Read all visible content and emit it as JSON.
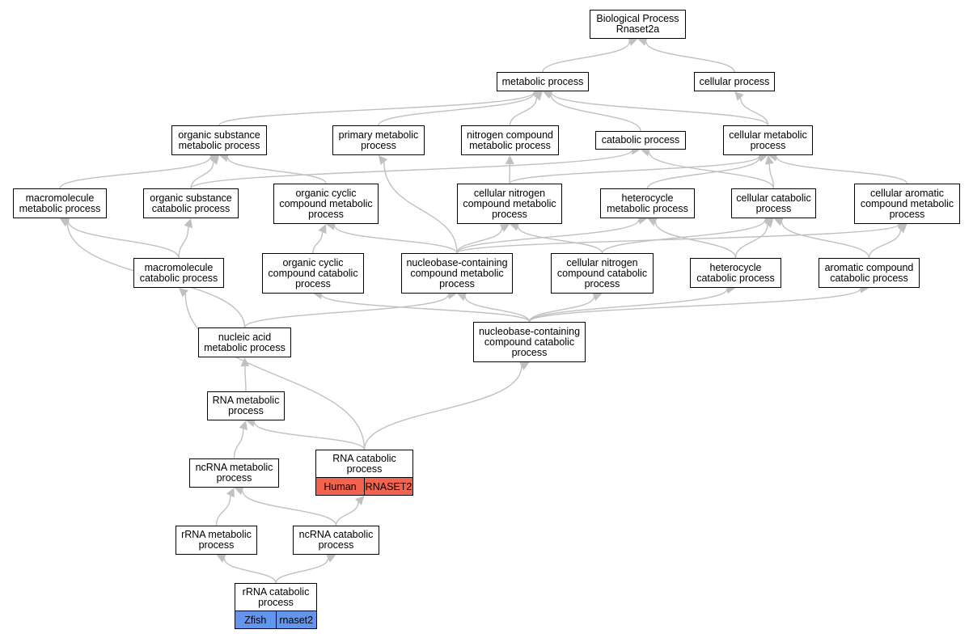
{
  "colors": {
    "edge": "#c0c0c0",
    "node_border": "#000000",
    "node_fill": "#ffffff",
    "human": "#f26450",
    "zfish": "#6495ed"
  },
  "graph": {
    "nodes": [
      {
        "id": "bp",
        "label": "Biological Process\nRnaset2a"
      },
      {
        "id": "mp",
        "label": "metabolic process"
      },
      {
        "id": "cp",
        "label": "cellular process"
      },
      {
        "id": "osmp",
        "label": "organic substance\nmetabolic process"
      },
      {
        "id": "pmp",
        "label": "primary metabolic\nprocess"
      },
      {
        "id": "ncmp",
        "label": "nitrogen compound\nmetabolic process"
      },
      {
        "id": "catp",
        "label": "catabolic process"
      },
      {
        "id": "cmp",
        "label": "cellular metabolic\nprocess"
      },
      {
        "id": "mmp",
        "label": "macromolecule\nmetabolic process"
      },
      {
        "id": "oscp",
        "label": "organic substance\ncatabolic process"
      },
      {
        "id": "occmp",
        "label": "organic cyclic\ncompound metabolic\nprocess"
      },
      {
        "id": "cncmp",
        "label": "cellular nitrogen\ncompound metabolic\nprocess"
      },
      {
        "id": "hmp",
        "label": "heterocycle\nmetabolic process"
      },
      {
        "id": "ccp",
        "label": "cellular catabolic\nprocess"
      },
      {
        "id": "cacmp",
        "label": "cellular aromatic\ncompound metabolic\nprocess"
      },
      {
        "id": "mcp",
        "label": "macromolecule\ncatabolic process"
      },
      {
        "id": "occcp",
        "label": "organic cyclic\ncompound catabolic\nprocess"
      },
      {
        "id": "nbcmp",
        "label": "nucleobase-containing\ncompound metabolic\nprocess"
      },
      {
        "id": "cnccp",
        "label": "cellular nitrogen\ncompound catabolic\nprocess"
      },
      {
        "id": "hcp",
        "label": "heterocycle\ncatabolic process"
      },
      {
        "id": "accp",
        "label": "aromatic compound\ncatabolic process"
      },
      {
        "id": "namp",
        "label": "nucleic acid\nmetabolic process"
      },
      {
        "id": "nbccp",
        "label": "nucleobase-containing\ncompound catabolic\nprocess"
      },
      {
        "id": "rnamp",
        "label": "RNA metabolic\nprocess"
      },
      {
        "id": "rnacp",
        "label": "RNA catabolic\nprocess",
        "annotations": [
          {
            "text": "Human",
            "color": "human"
          },
          {
            "text": "RNASET2",
            "color": "human"
          }
        ]
      },
      {
        "id": "ncrnamp",
        "label": "ncRNA metabolic\nprocess"
      },
      {
        "id": "rrnamp",
        "label": "rRNA metabolic\nprocess"
      },
      {
        "id": "ncrnacp",
        "label": "ncRNA catabolic\nprocess"
      },
      {
        "id": "rrnacp",
        "label": "rRNA catabolic\nprocess",
        "annotations": [
          {
            "text": "Zfish",
            "color": "zfish"
          },
          {
            "text": "rnaset2",
            "color": "zfish"
          }
        ]
      }
    ],
    "edges": [
      [
        "mp",
        "bp"
      ],
      [
        "cp",
        "bp"
      ],
      [
        "osmp",
        "mp"
      ],
      [
        "pmp",
        "mp"
      ],
      [
        "ncmp",
        "mp"
      ],
      [
        "catp",
        "mp"
      ],
      [
        "cmp",
        "mp"
      ],
      [
        "cmp",
        "cp"
      ],
      [
        "mmp",
        "osmp"
      ],
      [
        "oscp",
        "osmp"
      ],
      [
        "occmp",
        "osmp"
      ],
      [
        "oscp",
        "catp"
      ],
      [
        "cncmp",
        "ncmp"
      ],
      [
        "hmp",
        "cmp"
      ],
      [
        "ccp",
        "cmp"
      ],
      [
        "cacmp",
        "cmp"
      ],
      [
        "cncmp",
        "cmp"
      ],
      [
        "ccp",
        "catp"
      ],
      [
        "mcp",
        "mmp"
      ],
      [
        "mcp",
        "oscp"
      ],
      [
        "occcp",
        "occmp"
      ],
      [
        "nbcmp",
        "pmp"
      ],
      [
        "nbcmp",
        "occmp"
      ],
      [
        "nbcmp",
        "cncmp"
      ],
      [
        "nbcmp",
        "hmp"
      ],
      [
        "nbcmp",
        "cacmp"
      ],
      [
        "cnccp",
        "cncmp"
      ],
      [
        "cnccp",
        "ccp"
      ],
      [
        "hcp",
        "hmp"
      ],
      [
        "hcp",
        "ccp"
      ],
      [
        "accp",
        "ccp"
      ],
      [
        "accp",
        "cacmp"
      ],
      [
        "namp",
        "mmp"
      ],
      [
        "namp",
        "nbcmp"
      ],
      [
        "nbccp",
        "occcp"
      ],
      [
        "nbccp",
        "nbcmp"
      ],
      [
        "nbccp",
        "cnccp"
      ],
      [
        "nbccp",
        "hcp"
      ],
      [
        "nbccp",
        "accp"
      ],
      [
        "rnamp",
        "namp"
      ],
      [
        "rnacp",
        "rnamp"
      ],
      [
        "rnacp",
        "mcp"
      ],
      [
        "rnacp",
        "nbccp"
      ],
      [
        "ncrnamp",
        "rnamp"
      ],
      [
        "rrnamp",
        "ncrnamp"
      ],
      [
        "ncrnacp",
        "ncrnamp"
      ],
      [
        "ncrnacp",
        "rnacp"
      ],
      [
        "rrnacp",
        "rrnamp"
      ],
      [
        "rrnacp",
        "ncrnacp"
      ]
    ]
  }
}
